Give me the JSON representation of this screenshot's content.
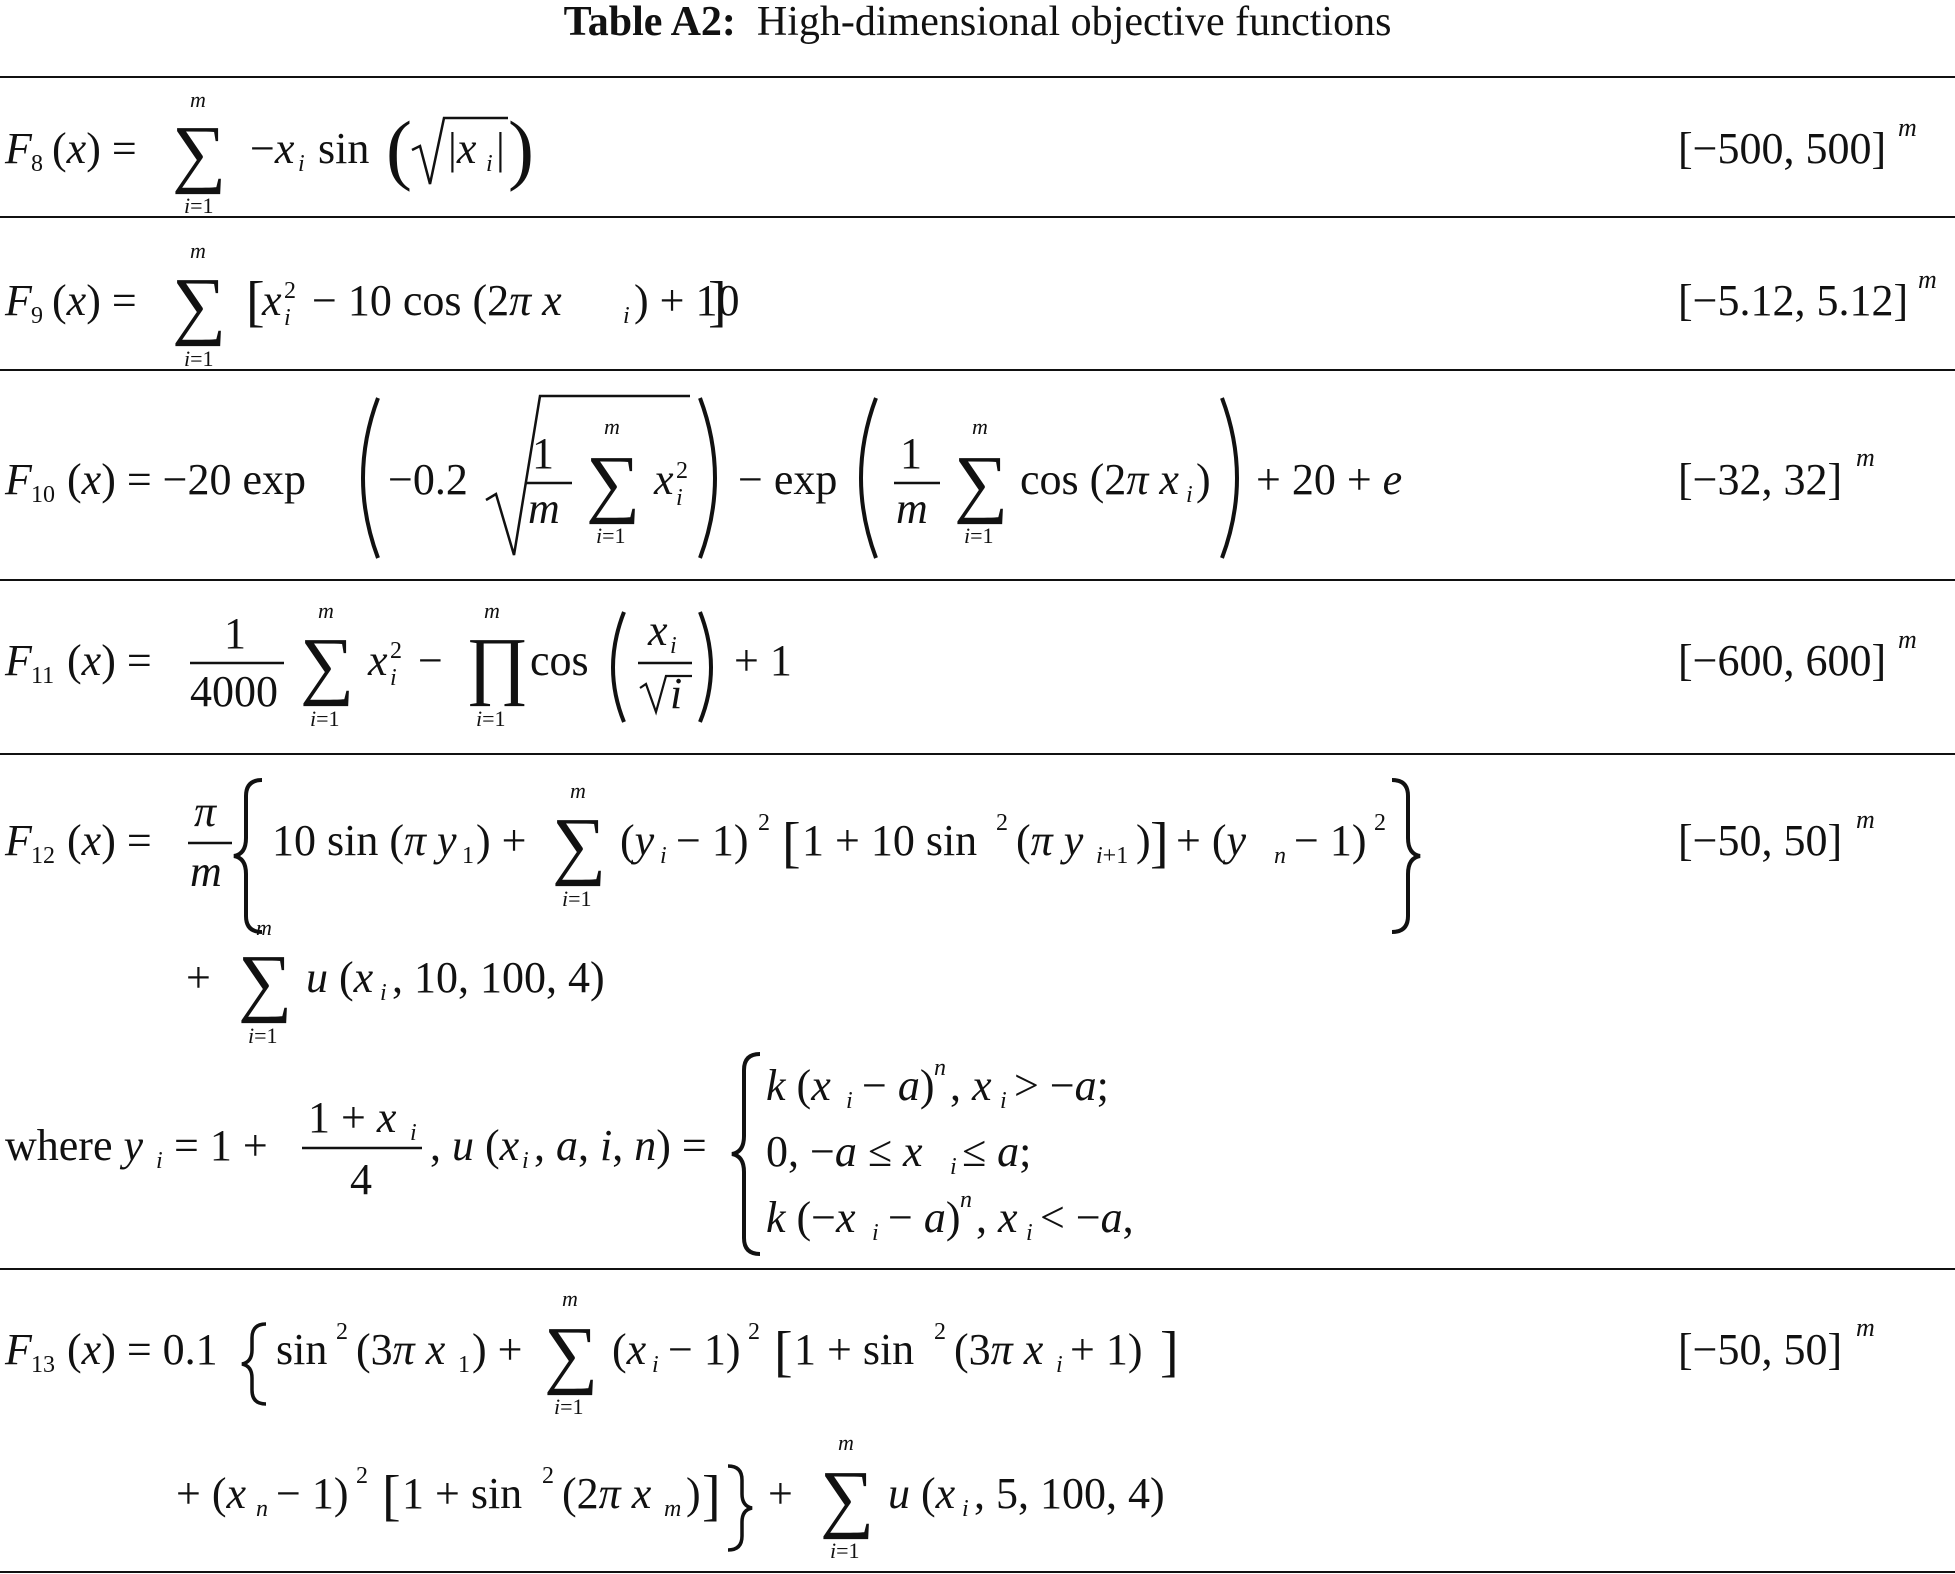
{
  "caption": {
    "label": "Table A2:",
    "title": "High-dimensional objective functions"
  },
  "functions": [
    {
      "id": "F8",
      "formula_text": "F8(x) = Σ_{i=1}^{m} −x_i sin(√|x_i|)",
      "range": "[−500, 500]",
      "range_exp": "m"
    },
    {
      "id": "F9",
      "formula_text": "F9(x) = Σ_{i=1}^{m} [x_i^2 − 10 cos(2π x_i) + 10]",
      "range": "[−5.12, 5.12]",
      "range_exp": "m"
    },
    {
      "id": "F10",
      "formula_text": "F10(x) = −20 exp(−0.2 √(1/m Σ_{i=1}^{m} x_i^2)) − exp(1/m Σ_{i=1}^{m} cos(2π x_i)) + 20 + e",
      "range": "[−32, 32]",
      "range_exp": "m"
    },
    {
      "id": "F11",
      "formula_text": "F11(x) = 1/4000 Σ_{i=1}^{m} x_i^2 − Π_{i=1}^{m} cos(x_i/√i) + 1",
      "range": "[−600, 600]",
      "range_exp": "m"
    },
    {
      "id": "F12",
      "formula_text": "F12(x) = π/m {10 sin(π y_1) + Σ_{i=1}^{m} (y_i − 1)^2 [1 + 10 sin^2(π y_{i+1})] + (y_n − 1)^2} + Σ_{i=1}^{m} u(x_i, 10, 100, 4)",
      "where_text": "where y_i = 1 + (1 + x_i)/4, u(x_i, a, i, n) = { k(x_i − a)^n, x_i > −a; 0, −a ≤ x_i ≤ a; k(−x_i − a)^n, x_i < −a,",
      "range": "[−50, 50]",
      "range_exp": "m"
    },
    {
      "id": "F13",
      "formula_text": "F13(x) = 0.1{sin^2(3π x_1) + Σ_{i=1}^{m} (x_i − 1)^2 [1 + sin^2(3π x_i + 1)] + (x_n − 1)^2 [1 + sin^2(2π x_m)]} + Σ_{i=1}^{m} u(x_i, 5, 100, 4)",
      "range": "[−50, 50]",
      "range_exp": "m"
    }
  ]
}
